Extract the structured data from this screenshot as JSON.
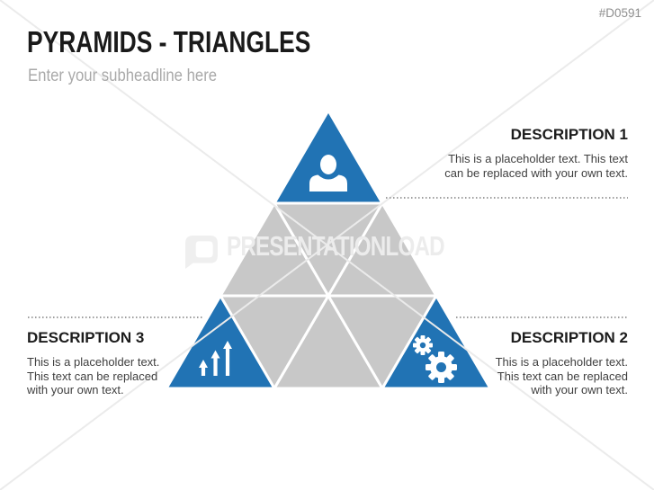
{
  "slide": {
    "code": "#D0591",
    "title": "PYRAMIDS - TRIANGLES",
    "subtitle": "Enter your subheadline here"
  },
  "descriptions": {
    "d1": {
      "heading": "DESCRIPTION 1",
      "lines": [
        "This is a placeholder text. This text",
        "can be replaced with your own text."
      ]
    },
    "d2": {
      "heading": "DESCRIPTION 2",
      "lines": [
        "This is a placeholder text.",
        "This text can be replaced",
        "with your own text."
      ]
    },
    "d3": {
      "heading": "DESCRIPTION 3",
      "lines": [
        "This is a placeholder text.",
        "This text can be replaced",
        "with your own text."
      ]
    }
  },
  "watermark": {
    "brand": "PRESENTATIONLOAD",
    "logo": "speech-bubble-p-logo-icon"
  },
  "icons": {
    "top_segment": "person-icon",
    "bottom_left_segment": "growth-arrows-icon",
    "bottom_right_segment": "gears-icon"
  },
  "colors": {
    "accent_blue": "#2173B4",
    "segment_gray": "#C8C8C8",
    "dotted_line": "#9E9E9E",
    "title_text": "#1A1A1A",
    "subtitle_text": "#A9A9A9",
    "body_text": "#3F3F3F",
    "code_text": "#8F8F8F",
    "watermark": "#ECECEC"
  }
}
